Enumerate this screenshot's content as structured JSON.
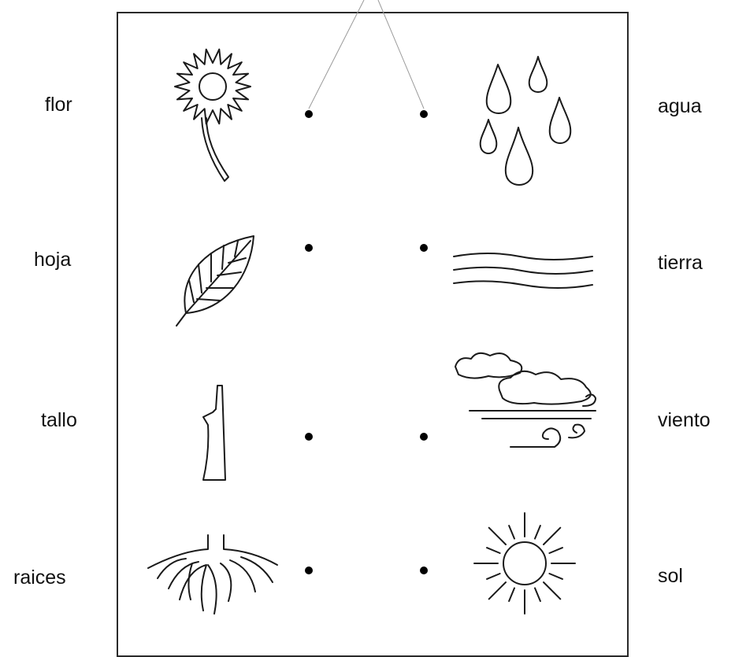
{
  "left_words": {
    "flor": "flor",
    "hoja": "hoja",
    "tallo": "tallo",
    "raices": "raices"
  },
  "right_words": {
    "agua": "agua",
    "tierra": "tierra",
    "viento": "viento",
    "sol": "sol"
  },
  "pictures": {
    "left": [
      "flower-icon",
      "leaf-icon",
      "stem-icon",
      "roots-icon"
    ],
    "right": [
      "water-drops-icon",
      "soil-layers-icon",
      "wind-clouds-icon",
      "sun-icon"
    ]
  },
  "colors": {
    "ink": "#1a1a1a",
    "connector": "#9a9a9a",
    "paper": "#ffffff"
  }
}
